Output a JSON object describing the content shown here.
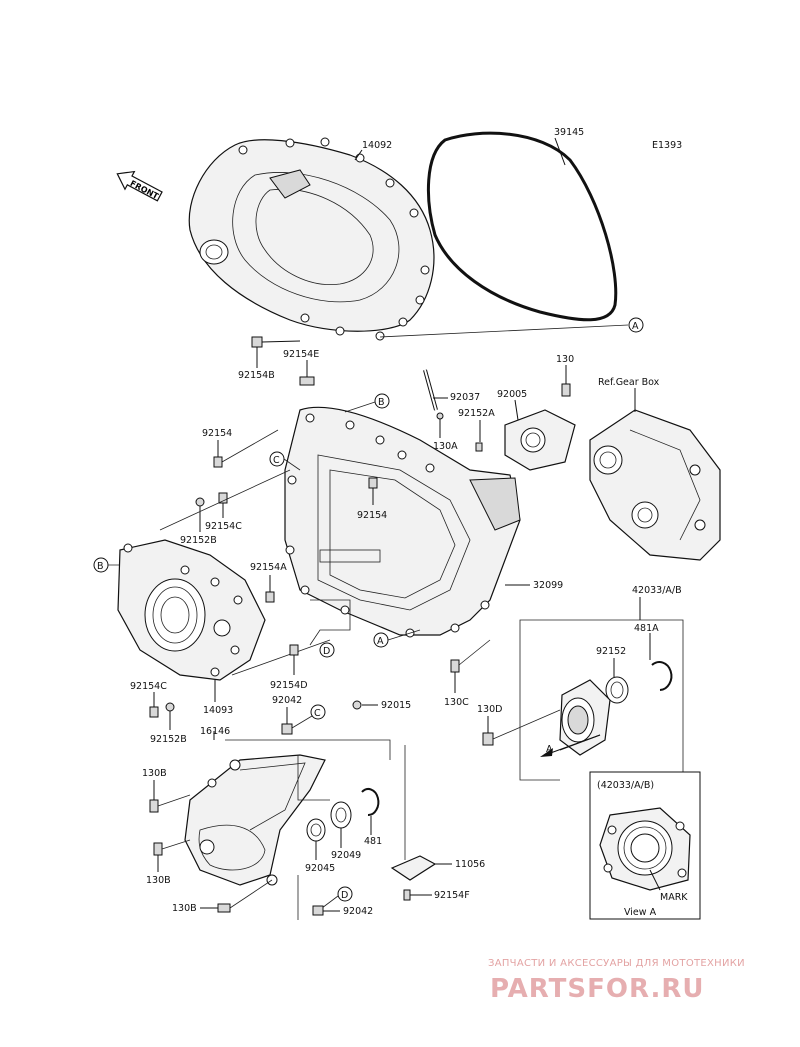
{
  "diagram_code": "E1393",
  "front_label": "FRONT",
  "ref_label": "Ref.Gear Box",
  "view_title": "(42033/A/B)",
  "view_caption": "View A",
  "mark_label": "MARK",
  "arrow_label": "A",
  "callouts": [
    "A",
    "B",
    "C",
    "D"
  ],
  "parts": [
    "14092",
    "39145",
    "92154B",
    "92154E",
    "92037",
    "92005",
    "130A",
    "92152A",
    "130",
    "92154",
    "92154C",
    "92152B",
    "32099",
    "92154A",
    "42033/A/B",
    "481A",
    "92152",
    "130C",
    "130D",
    "92154D",
    "14093",
    "92154C",
    "92152B",
    "92042",
    "92015",
    "16146",
    "130B",
    "481",
    "92049",
    "92045",
    "11056",
    "92154F",
    "130B",
    "130B",
    "92042"
  ],
  "watermark": {
    "line1": "ЗАПЧАСТИ И АКСЕССУАРЫ ДЛЯ МОТОТЕХНИКИ",
    "line2": "PARTSFOR.RU"
  }
}
